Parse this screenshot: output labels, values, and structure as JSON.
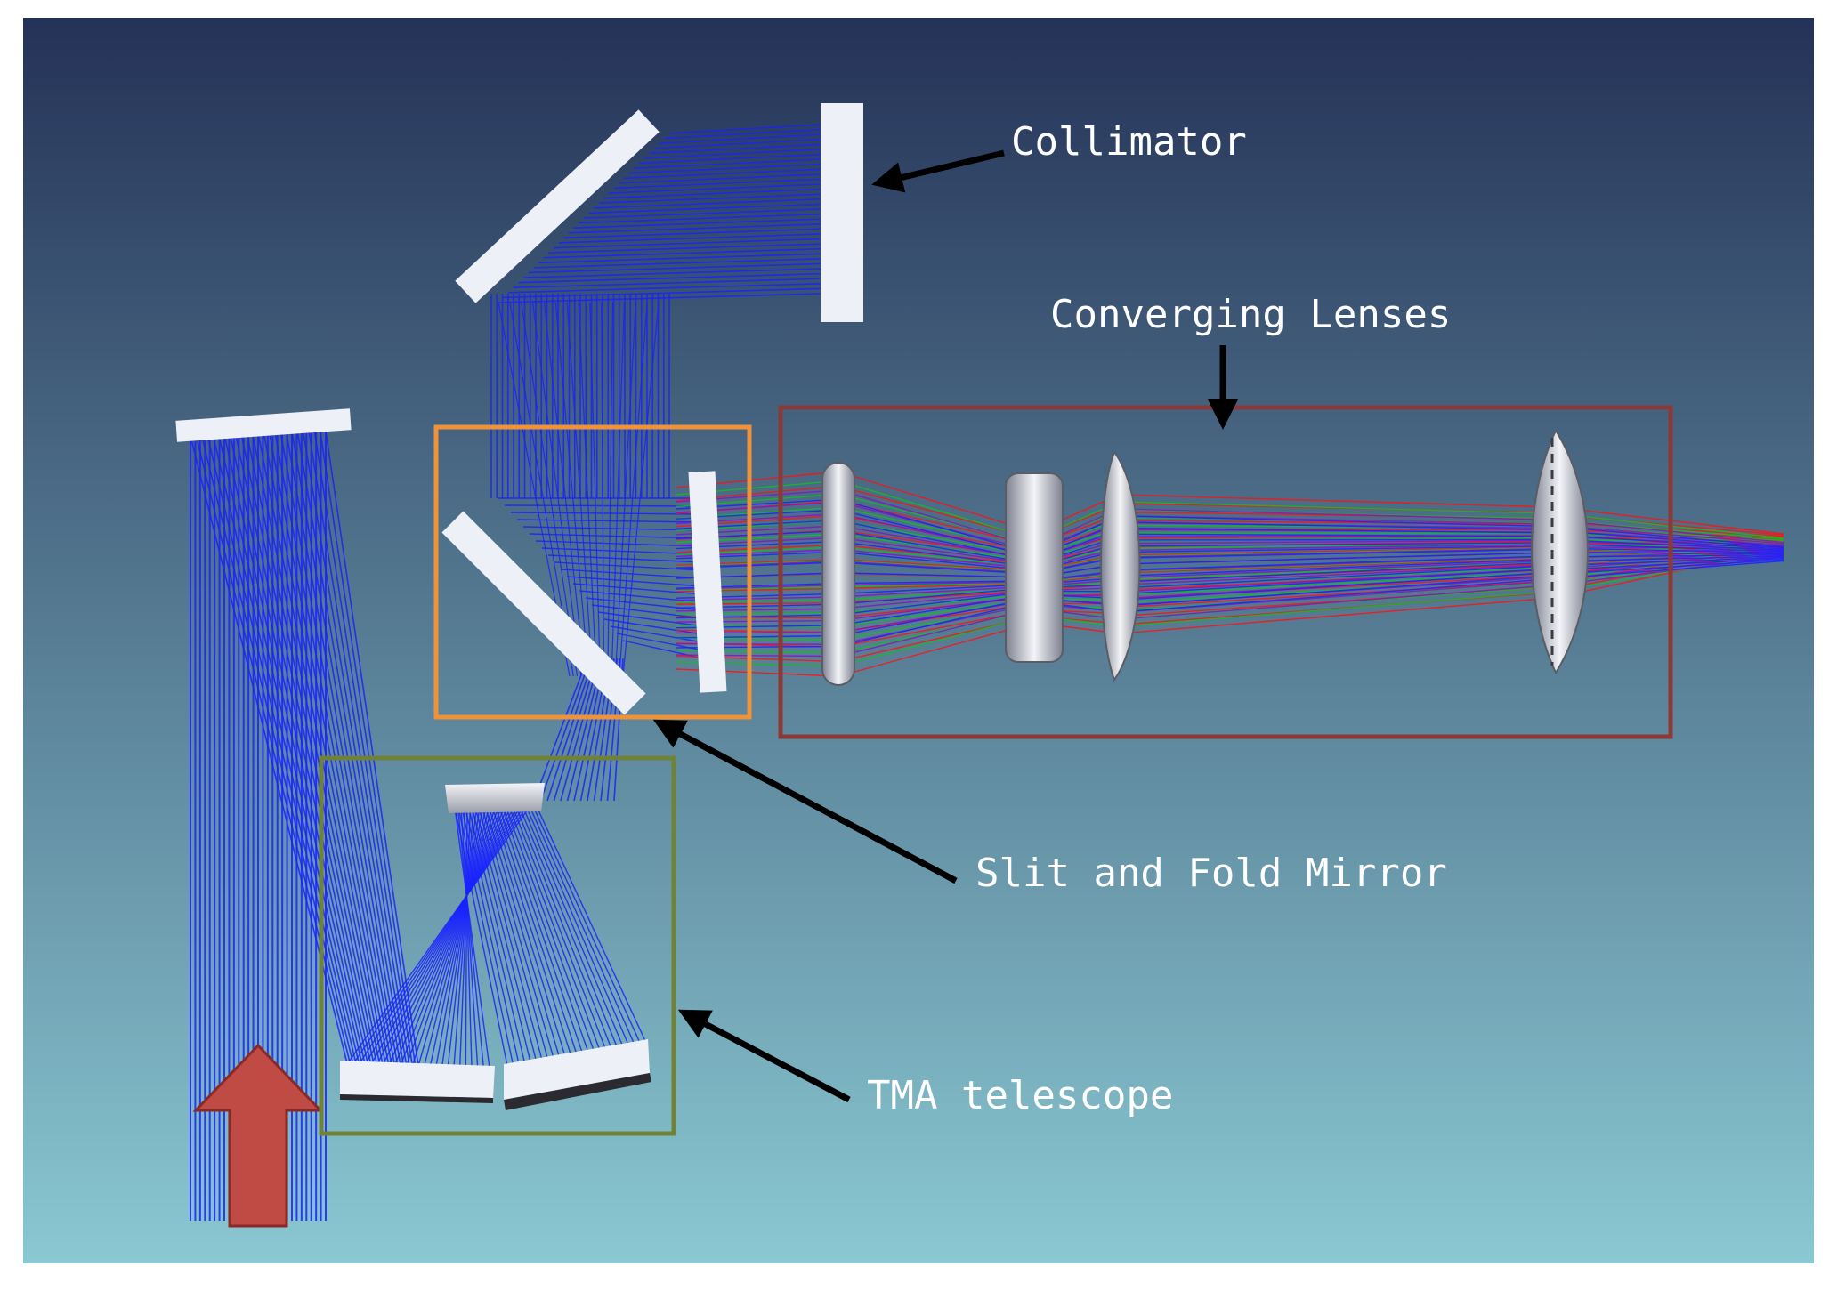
{
  "diagram": {
    "labels": {
      "collimator": "Collimator",
      "converging_lenses": "Converging Lenses",
      "slit_fold_mirror": "Slit and Fold Mirror",
      "tma_telescope": "TMA telescope"
    },
    "colors": {
      "background_top": "#243257",
      "background_bottom": "#8ac8d2",
      "ray_blue": "#1a22ff",
      "ray_red": "#ff1010",
      "ray_green": "#10c020",
      "ray_violet": "#8a10c8",
      "mirror": "#eef0f8",
      "lens": "#c9ccd6",
      "box_slit": "#f0923a",
      "box_lenses": "#8a3a36",
      "box_tma": "#6e8238",
      "input_arrow": "#c04a44",
      "pointer_arrow": "#000000",
      "label_text": "#ffffff"
    }
  }
}
